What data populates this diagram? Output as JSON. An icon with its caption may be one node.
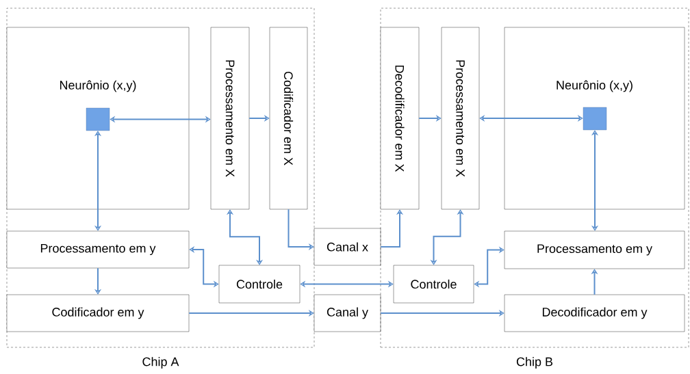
{
  "diagram": {
    "nodes": [
      {
        "text": [
          "Chip A"
        ]
      },
      {
        "text": [
          "Neurônio (x,y)"
        ],
        "in": 0
      },
      {
        "text": [],
        "shape": "box",
        "in": 1
      },
      {
        "text": [
          "Processamento em X"
        ],
        "in": 0
      },
      {
        "text": [
          "Codificador em X"
        ],
        "in": 0
      },
      {
        "text": [
          "Processamento em y"
        ],
        "in": 0
      },
      {
        "text": [
          "Controle"
        ],
        "in": 0
      },
      {
        "text": [
          "Codificador em y"
        ],
        "in": 0
      },
      {
        "text": [
          "Canal x"
        ]
      },
      {
        "text": [
          "Canal y"
        ]
      },
      {
        "text": [
          "Chip B"
        ]
      },
      {
        "text": [
          "Decodificador em X"
        ],
        "in": 10
      },
      {
        "text": [
          "Processamento em X"
        ],
        "in": 10
      },
      {
        "text": [
          "Neurônio (x,y)"
        ],
        "in": 10
      },
      {
        "text": [],
        "shape": "box",
        "in": 13
      },
      {
        "text": [
          "Controle"
        ],
        "in": 10
      },
      {
        "text": [
          "Processamento em y"
        ],
        "in": 10
      },
      {
        "text": [
          "Decodificador em y"
        ],
        "in": 10
      }
    ],
    "edges": [
      {
        "from": 2,
        "to": 3,
        "arrow": "both"
      },
      {
        "from": 3,
        "to": 4,
        "arrow": "to"
      },
      {
        "from": 2,
        "to": 5,
        "arrow": "both"
      },
      {
        "from": 5,
        "to": 7,
        "arrow": "to"
      },
      {
        "from": 3,
        "to": 6,
        "arrow": "both"
      },
      {
        "from": 5,
        "to": 6,
        "arrow": "both"
      },
      {
        "from": 4,
        "to": 8,
        "arrow": "to"
      },
      {
        "from": 7,
        "to": 9,
        "arrow": "to"
      },
      {
        "from": 6,
        "to": 15,
        "arrow": "both"
      },
      {
        "from": 8,
        "to": 11,
        "arrow": "to"
      },
      {
        "from": 9,
        "to": 17,
        "arrow": "to"
      },
      {
        "from": 11,
        "to": 12,
        "arrow": "to"
      },
      {
        "from": 12,
        "to": 14,
        "arrow": "both"
      },
      {
        "from": 15,
        "to": 12,
        "arrow": "both"
      },
      {
        "from": 15,
        "to": 16,
        "arrow": "both"
      },
      {
        "from": 17,
        "to": 16,
        "arrow": "to"
      },
      {
        "from": 14,
        "to": 16,
        "arrow": "both"
      }
    ]
  }
}
